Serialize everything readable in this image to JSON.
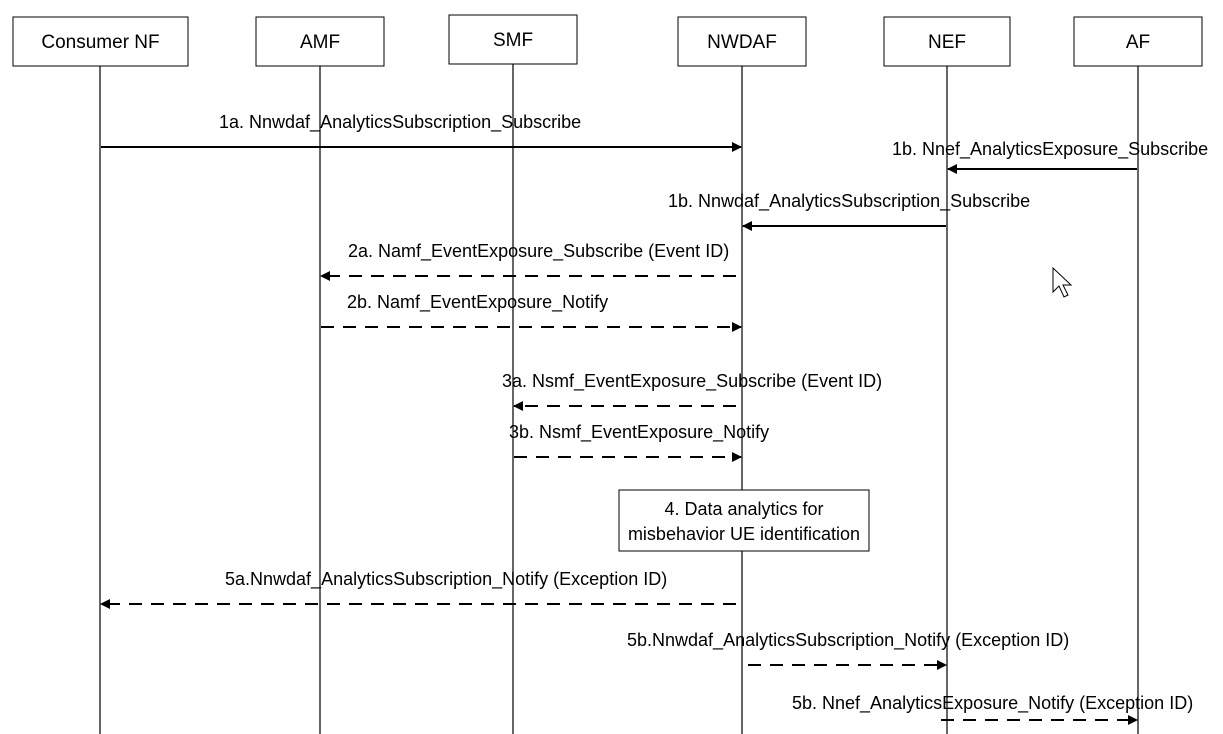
{
  "entities": [
    {
      "id": "consumer",
      "label": "Consumer NF"
    },
    {
      "id": "amf",
      "label": "AMF"
    },
    {
      "id": "smf",
      "label": "SMF"
    },
    {
      "id": "nwdaf",
      "label": "NWDAF"
    },
    {
      "id": "nef",
      "label": "NEF"
    },
    {
      "id": "af",
      "label": "AF"
    }
  ],
  "messages": [
    {
      "step": "1a",
      "label": "1a. Nnwdaf_AnalyticsSubscription_Subscribe",
      "from": "consumer",
      "to": "nwdaf",
      "style": "solid"
    },
    {
      "step": "1b-af",
      "label": "1b. Nnef_AnalyticsExposure_Subscribe",
      "from": "af",
      "to": "nef",
      "style": "solid"
    },
    {
      "step": "1b-nef",
      "label": "1b. Nnwdaf_AnalyticsSubscription_Subscribe",
      "from": "nef",
      "to": "nwdaf",
      "style": "solid"
    },
    {
      "step": "2a",
      "label": "2a. Namf_EventExposure_Subscribe (Event ID)",
      "from": "nwdaf",
      "to": "amf",
      "style": "dashed"
    },
    {
      "step": "2b",
      "label": "2b. Namf_EventExposure_Notify",
      "from": "amf",
      "to": "nwdaf",
      "style": "dashed"
    },
    {
      "step": "3a",
      "label": "3a. Nsmf_EventExposure_Subscribe (Event ID)",
      "from": "nwdaf",
      "to": "smf",
      "style": "dashed"
    },
    {
      "step": "3b",
      "label": "3b. Nsmf_EventExposure_Notify",
      "from": "smf",
      "to": "nwdaf",
      "style": "dashed"
    },
    {
      "step": "5a",
      "label": "5a.Nnwdaf_AnalyticsSubscription_Notify (Exception ID)",
      "from": "nwdaf",
      "to": "consumer",
      "style": "dashed"
    },
    {
      "step": "5b-nwdaf",
      "label": "5b.Nnwdaf_AnalyticsSubscription_Notify (Exception ID)",
      "from": "nwdaf",
      "to": "nef",
      "style": "dashed"
    },
    {
      "step": "5b-nef",
      "label": "5b. Nnef_AnalyticsExposure_Notify (Exception ID)",
      "from": "nef",
      "to": "af",
      "style": "dashed"
    }
  ],
  "note": {
    "line1": "4. Data analytics for",
    "line2": "misbehavior UE identification"
  },
  "icons": [
    "mouse-cursor-icon"
  ]
}
